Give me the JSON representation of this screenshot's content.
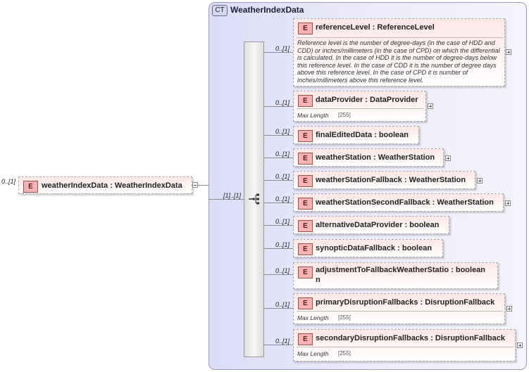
{
  "complex_type": {
    "badge": "CT",
    "name": "WeatherIndexData"
  },
  "root": {
    "badge": "E",
    "cardinality": "0..[1]",
    "name": "weatherIndexData : WeatherIndexData"
  },
  "sequence": {
    "cardinality": "[1]..[1]",
    "icon": "sequence-compositor-icon"
  },
  "elements": [
    {
      "badge": "E",
      "cardinality": "0..[1]",
      "name": "referenceLevel : ReferenceLevel",
      "description": "Reference level is the number of degree-days (in the case of HDD and CDD) or inches/millimeters (in the case of CPD) on which the differential is calculated. In the case of HDD it is the number of degree-days below this reference level. In the case of CDD it is the number of degree days above this reference level. In the case of CPD it is number of inches/millimeters above this reference level."
    },
    {
      "badge": "E",
      "cardinality": "0..[1]",
      "name": "dataProvider : DataProvider",
      "facet_label": "Max Length",
      "facet_value": "[255]"
    },
    {
      "badge": "E",
      "cardinality": "0..[1]",
      "name": "finalEditedData : boolean"
    },
    {
      "badge": "E",
      "cardinality": "0..[1]",
      "name": "weatherStation : WeatherStation"
    },
    {
      "badge": "E",
      "cardinality": "0..[1]",
      "name": "weatherStationFallback : WeatherStation"
    },
    {
      "badge": "E",
      "cardinality": "0..[1]",
      "name": "weatherStationSecondFallback : WeatherStation"
    },
    {
      "badge": "E",
      "cardinality": "0..[1]",
      "name": "alternativeDataProvider : boolean"
    },
    {
      "badge": "E",
      "cardinality": "0..[1]",
      "name": "synopticDataFallback : boolean"
    },
    {
      "badge": "E",
      "cardinality": "0..[1]",
      "name_line1": "adjustmentToFallbackWeatherStatio : boolean",
      "name_line2": "n"
    },
    {
      "badge": "E",
      "cardinality": "0..[1]",
      "name": "primaryDisruptionFallbacks : DisruptionFallback",
      "facet_label": "Max Length",
      "facet_value": "[255]"
    },
    {
      "badge": "E",
      "cardinality": "0..[1]",
      "name": "secondaryDisruptionFallbacks : DisruptionFallback",
      "facet_label": "Max Length",
      "facet_value": "[255]"
    }
  ]
}
